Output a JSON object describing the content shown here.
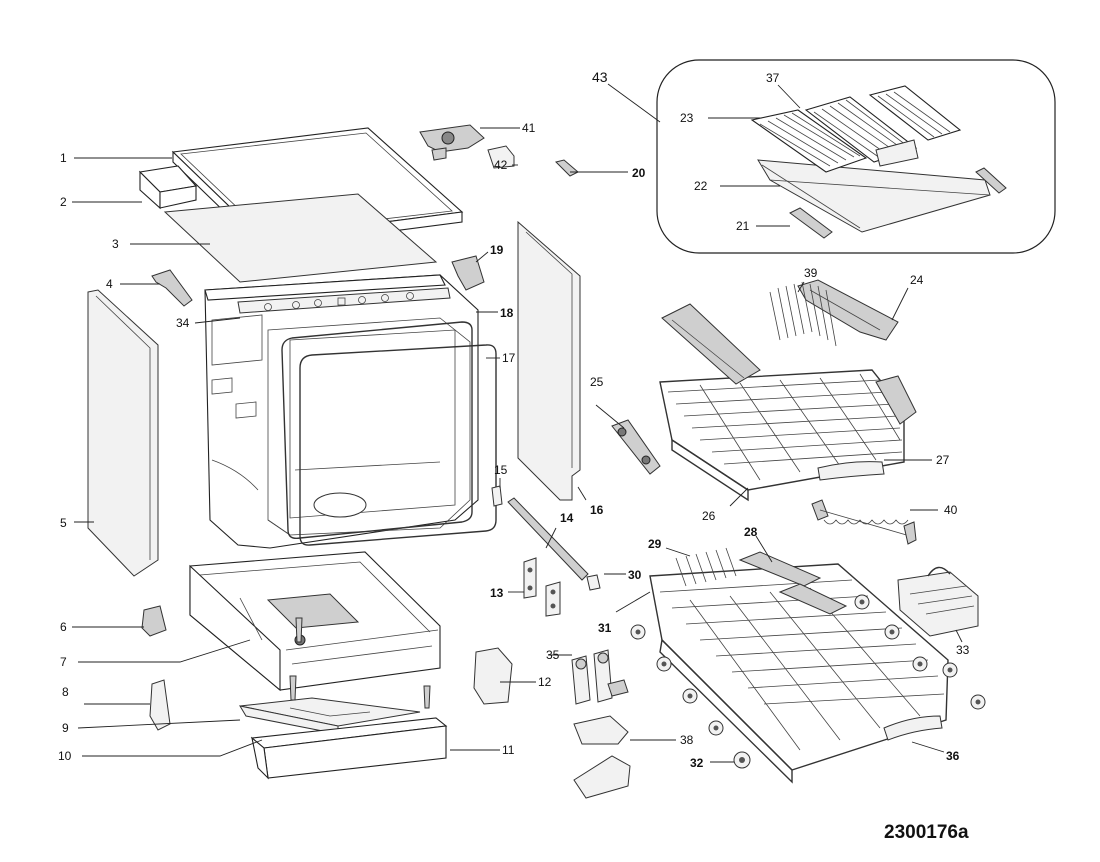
{
  "diagram_ref": "2300176a",
  "callouts": {
    "c1": "1",
    "c2": "2",
    "c3": "3",
    "c4": "4",
    "c5": "5",
    "c6": "6",
    "c7": "7",
    "c8": "8",
    "c9": "9",
    "c10": "10",
    "c11": "11",
    "c12": "12",
    "c13": "13",
    "c14": "14",
    "c15": "15",
    "c16": "16",
    "c17": "17",
    "c18": "18",
    "c19": "19",
    "c20": "20",
    "c21": "21",
    "c22": "22",
    "c23": "23",
    "c24": "24",
    "c25": "25",
    "c26": "26",
    "c27": "27",
    "c28": "28",
    "c29": "29",
    "c30": "30",
    "c31": "31",
    "c32": "32",
    "c33": "33",
    "c34": "34",
    "c35": "35",
    "c36": "36",
    "c37": "37",
    "c38": "38",
    "c39": "39",
    "c40": "40",
    "c41": "41",
    "c42": "42",
    "c43": "43"
  }
}
